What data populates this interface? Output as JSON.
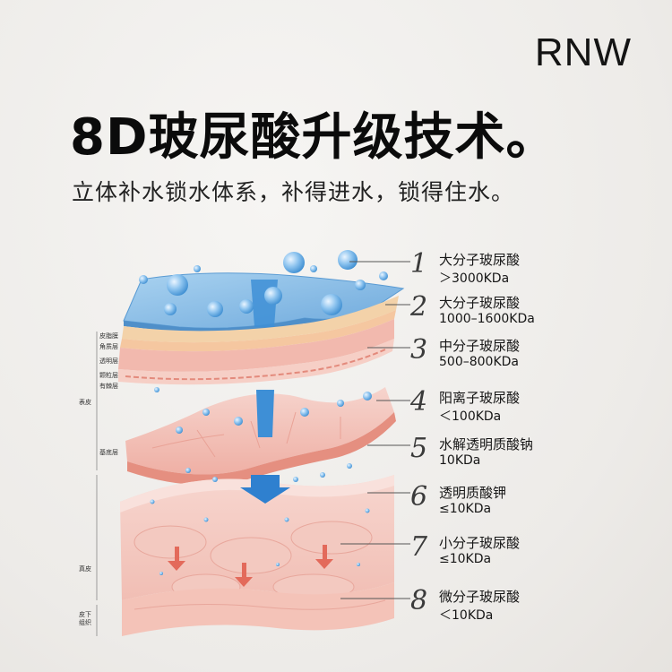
{
  "brand": "RNW",
  "title": "8D玻尿酸升级技术。",
  "subtitle": "立体补水锁水体系，补得进水，锁得住水。",
  "colors": {
    "blue": "#7fb6df",
    "skin": "#f4c1b8",
    "fat": "#f2c9a3",
    "arrow_blue": "#3e8fd6",
    "arrow_red": "#e36a5b"
  },
  "layer_labels": {
    "l1": "皮脂膜",
    "l2": "角质层",
    "l3": "透明层",
    "l4": "颗粒层",
    "l5": "有棘层",
    "epidermis": "表皮",
    "basal": "基底层",
    "dermis": "真皮",
    "subcut": "皮下组织"
  },
  "items": [
    {
      "num": "1",
      "name": "大分子玻尿酸",
      "mw": "＞3000KDa"
    },
    {
      "num": "2",
      "name": "大分子玻尿酸",
      "mw": "1000–1600KDa"
    },
    {
      "num": "3",
      "name": "中分子玻尿酸",
      "mw": "500–800KDa"
    },
    {
      "num": "4",
      "name": "阳离子玻尿酸",
      "mw": "＜100KDa"
    },
    {
      "num": "5",
      "name": "水解透明质酸钠",
      "mw": "10KDa"
    },
    {
      "num": "6",
      "name": "透明质酸钾",
      "mw": "≤10KDa"
    },
    {
      "num": "7",
      "name": "小分子玻尿酸",
      "mw": "≤10KDa"
    },
    {
      "num": "8",
      "name": "微分子玻尿酸",
      "mw": "＜10KDa"
    }
  ]
}
